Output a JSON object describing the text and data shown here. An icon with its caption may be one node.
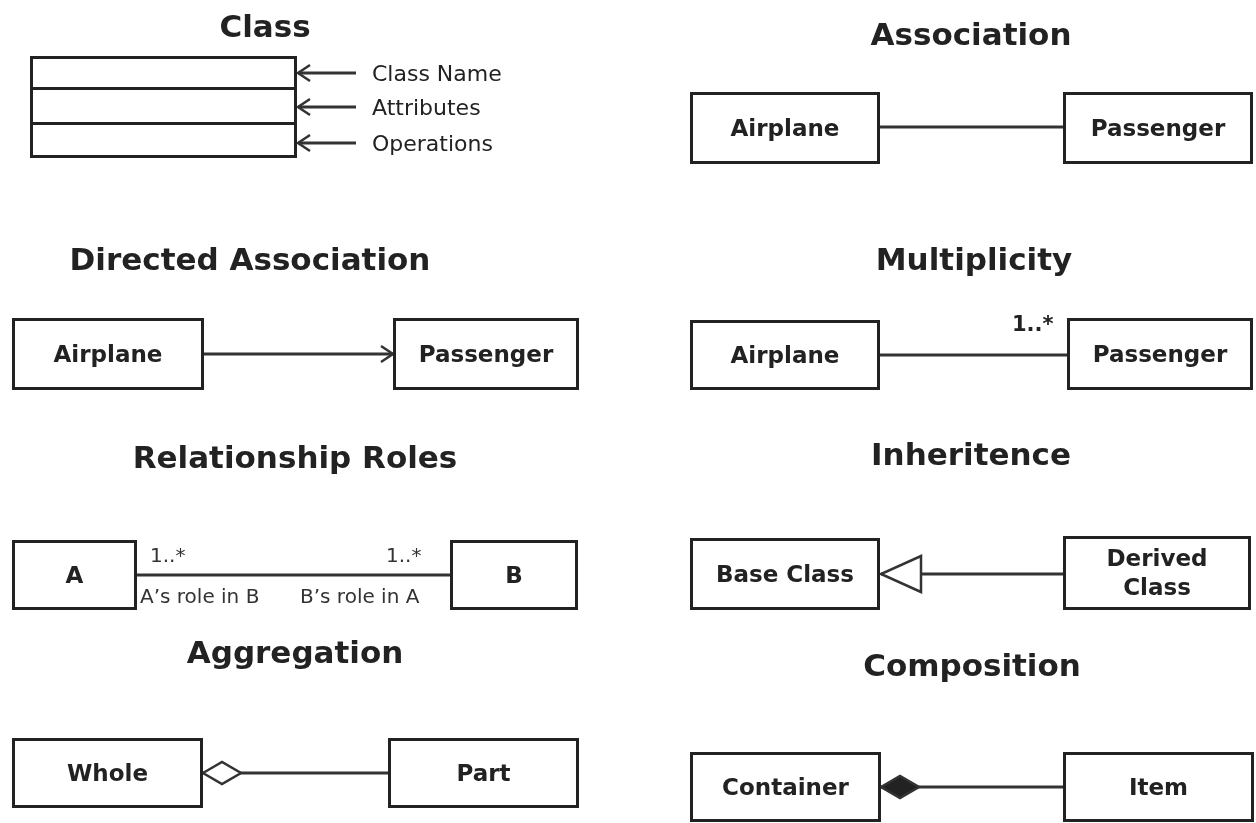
{
  "diagram": {
    "nodes": [
      {
        "text": [],
        "shape": "box"
      },
      {
        "text": [],
        "shape": "box"
      },
      {
        "text": [],
        "shape": "box"
      },
      {
        "text": [
          "Class Name"
        ]
      },
      {
        "text": [
          "Attributes"
        ]
      },
      {
        "text": [
          "Operations"
        ]
      },
      {
        "text": [
          "Airplane"
        ]
      },
      {
        "text": [
          "Passenger"
        ]
      },
      {
        "text": [
          "Airplane"
        ]
      },
      {
        "text": [
          "Passenger"
        ]
      },
      {
        "text": [
          "Airplane"
        ]
      },
      {
        "text": [
          "Passenger"
        ]
      },
      {
        "text": [
          "A"
        ]
      },
      {
        "text": [
          "B"
        ]
      },
      {
        "text": [
          "Base Class"
        ]
      },
      {
        "text": [
          "Derived Class"
        ]
      },
      {
        "text": [
          "Whole"
        ]
      },
      {
        "text": [
          "Part"
        ]
      },
      {
        "text": [
          "Container"
        ]
      },
      {
        "text": [
          "Item"
        ]
      }
    ],
    "edges": [
      {
        "from": 3,
        "to": 0,
        "arrow": "to"
      },
      {
        "from": 4,
        "to": 1,
        "arrow": "to"
      },
      {
        "from": 5,
        "to": 2,
        "arrow": "to"
      },
      {
        "from": 6,
        "to": 7,
        "arrow": "none"
      },
      {
        "from": 8,
        "to": 9,
        "arrow": "to"
      },
      {
        "from": 10,
        "to": 11,
        "arrow": "none",
        "label": "1..*"
      },
      {
        "from": 12,
        "to": 13,
        "arrow": "none"
      },
      {
        "from": 15,
        "to": 14,
        "arrow": "to"
      },
      {
        "from": 16,
        "to": 17,
        "arrow": "other"
      },
      {
        "from": 18,
        "to": 19,
        "arrow": "other"
      }
    ],
    "labels": [
      "Class",
      "Association",
      "Directed Association",
      "Multiplicity",
      "Relationship Roles",
      "Inheritence",
      "1..*",
      "1..*",
      "A’s role in B",
      "B’s role in A",
      "Aggregation",
      "Composition"
    ]
  }
}
